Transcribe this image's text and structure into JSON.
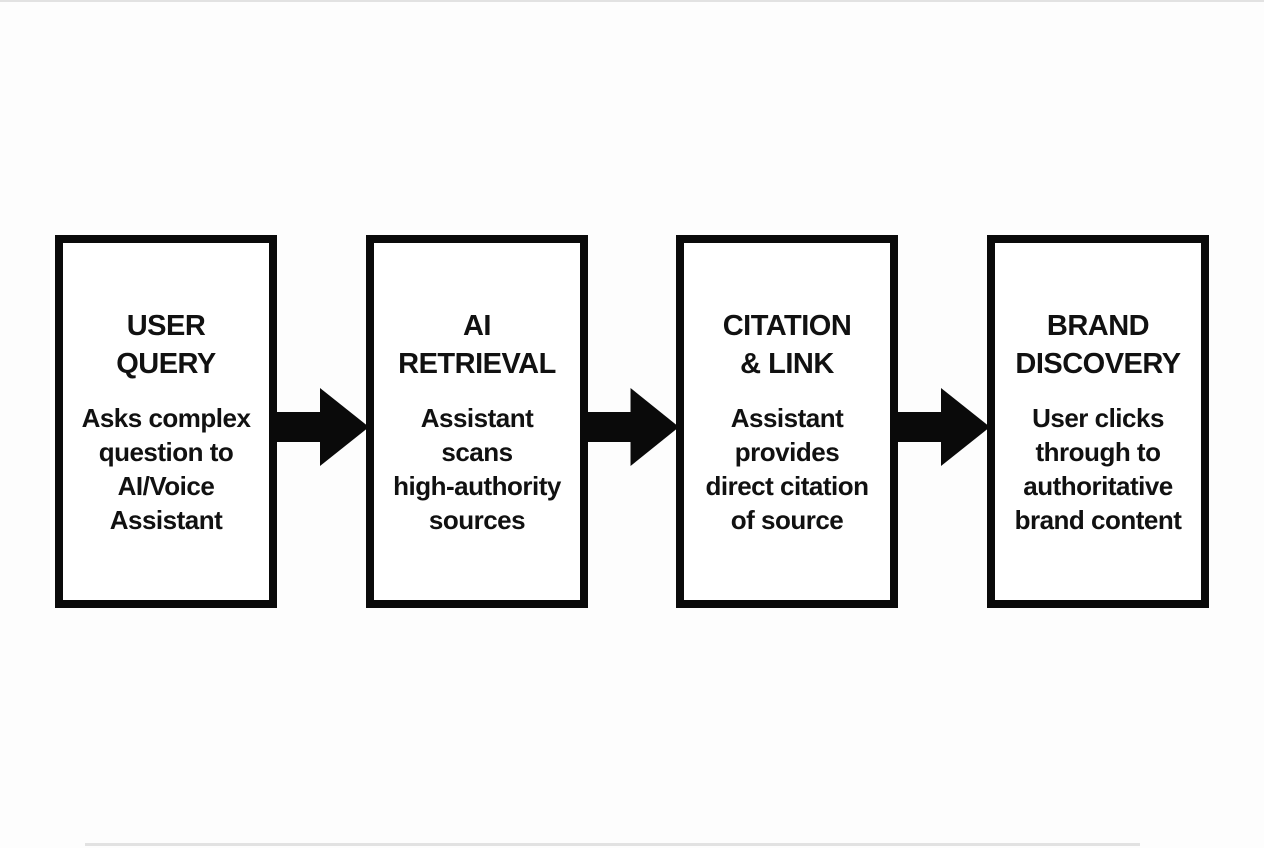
{
  "diagram": {
    "background_color": "#ffffff",
    "line_color": "#0a0a0a",
    "text_color": "#111111",
    "steps": [
      {
        "title": "USER\nQUERY",
        "description": "Asks complex\nquestion to\nAI/Voice\nAssistant"
      },
      {
        "title": "AI\nRETRIEVAL",
        "description": "Assistant\nscans\nhigh-authority\nsources"
      },
      {
        "title": "CITATION\n& LINK",
        "description": "Assistant\nprovides\ndirect citation\nof source"
      },
      {
        "title": "BRAND\nDISCOVERY",
        "description": "User clicks\nthrough to\nauthoritative\nbrand content"
      }
    ]
  }
}
